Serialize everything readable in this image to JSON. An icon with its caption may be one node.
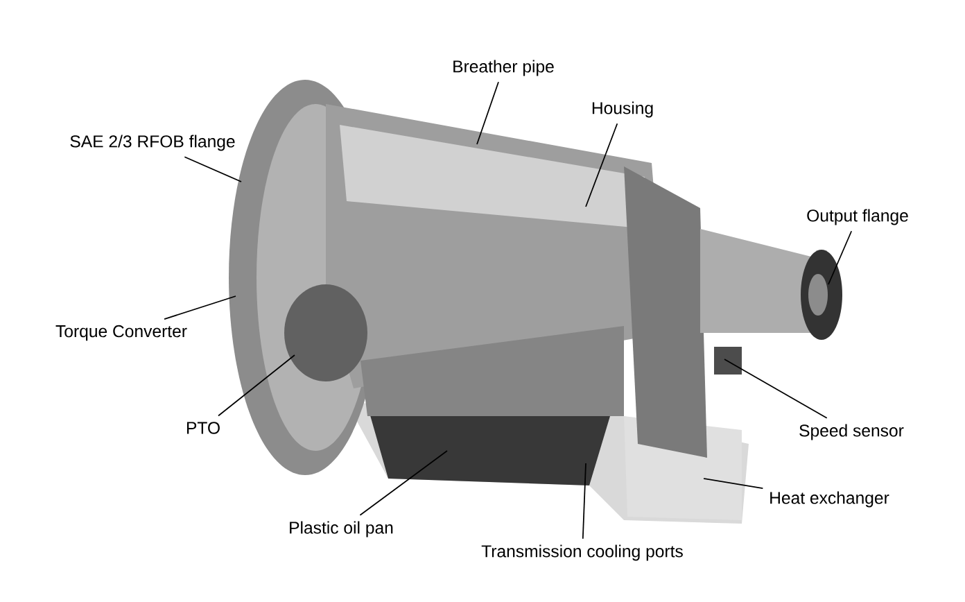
{
  "diagram": {
    "nodes": [
      {
        "text": [
          "Breather pipe"
        ]
      },
      {
        "text": [
          "Housing"
        ]
      },
      {
        "text": [
          "SAE 2/3 RFOB flange"
        ]
      },
      {
        "text": [
          "Output flange"
        ]
      },
      {
        "text": [
          "Torque Converter"
        ]
      },
      {
        "text": [
          "PTO"
        ]
      },
      {
        "text": [
          "Speed sensor"
        ]
      },
      {
        "text": [
          "Heat exchanger"
        ]
      },
      {
        "text": [
          "Plastic oil pan"
        ]
      },
      {
        "text": [
          "Transmission cooling ports"
        ]
      }
    ],
    "edges": [
      {
        "from": 0,
        "to": null,
        "arrow": "none"
      },
      {
        "from": 1,
        "to": null,
        "arrow": "none"
      },
      {
        "from": 2,
        "to": null,
        "arrow": "none"
      },
      {
        "from": 3,
        "to": null,
        "arrow": "none"
      },
      {
        "from": 4,
        "to": null,
        "arrow": "none"
      },
      {
        "from": 5,
        "to": null,
        "arrow": "none"
      },
      {
        "from": 6,
        "to": null,
        "arrow": "none"
      },
      {
        "from": 7,
        "to": null,
        "arrow": "none"
      },
      {
        "from": 8,
        "to": null,
        "arrow": "none"
      },
      {
        "from": 9,
        "to": null,
        "arrow": "none"
      }
    ]
  }
}
